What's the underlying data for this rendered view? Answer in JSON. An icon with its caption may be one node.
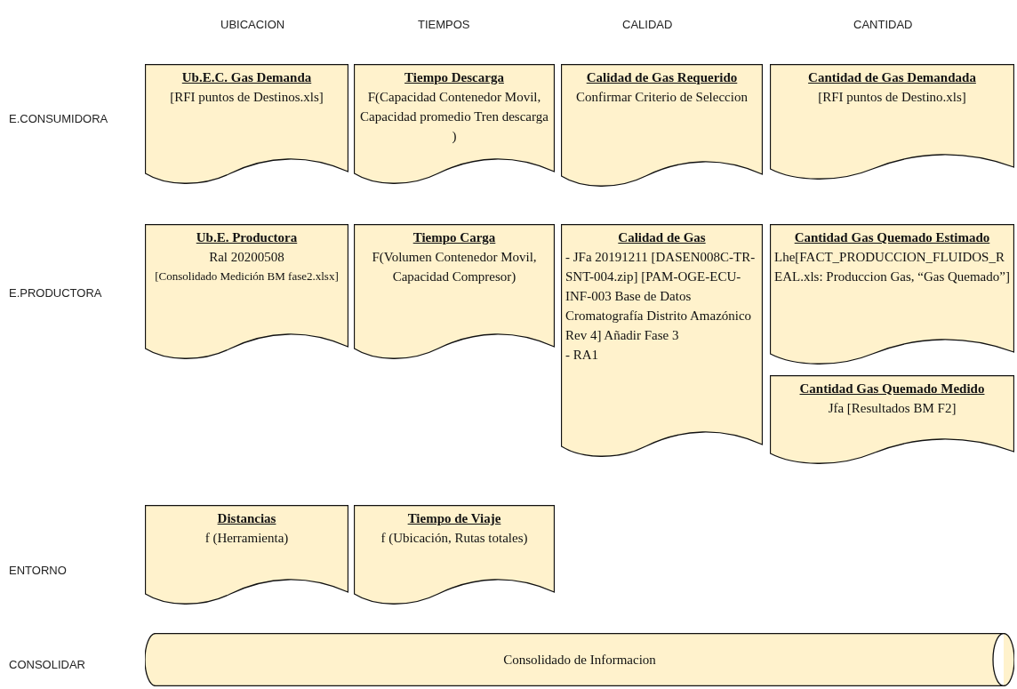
{
  "diagram": {
    "nodes": [
      {
        "text": [
          "Ub.E.C. Gas Demanda",
          "[RFI puntos de Destinos.xls]"
        ]
      },
      {
        "text": [
          "Tiempo Descarga",
          "F(Capacidad Contenedor Movil, Capacidad promedio Tren descarga )"
        ]
      },
      {
        "text": [
          "Calidad de Gas Requerido",
          "Confirmar Criterio de Seleccion"
        ]
      },
      {
        "text": [
          "Cantidad de Gas Demandada",
          "[RFI puntos de Destino.xls]"
        ]
      },
      {
        "text": [
          "Ub.E. Productora",
          "Ral 20200508",
          "[Consolidado Medición BM fase2.xlsx]"
        ]
      },
      {
        "text": [
          "Tiempo Carga",
          "F(Volumen Contenedor Movil, Capacidad Compresor)"
        ]
      },
      {
        "text": [
          "Calidad de Gas",
          "- JFa 20191211 [DASEN008C-TR-SNT-004.zip] [PAM-OGE-ECU-INF-003 Base de Datos Cromatografía Distrito Amazónico Rev 4] Añadir Fase 3",
          "- RA1"
        ]
      },
      {
        "text": [
          "Cantidad Gas Quemado Estimado",
          "Lhe[FACT_PRODUCCION_FLUIDOS_REAL.xls: Produccion Gas, “Gas Quemado”]"
        ]
      },
      {
        "text": [
          "Cantidad Gas Quemado Medido",
          "Jfa [Resultados BM F2]"
        ]
      },
      {
        "text": [
          "Distancias",
          "f (Herramienta)"
        ]
      },
      {
        "text": [
          "Tiempo de Viaje",
          "f (Ubicación, Rutas totales)"
        ]
      },
      {
        "text": [
          "Consolidado de Informacion"
        ]
      }
    ],
    "labels": [
      "UBICACION",
      "TIEMPOS",
      "CALIDAD",
      "CANTIDAD",
      "E.CONSUMIDORA",
      "E.PRODUCTORA",
      "ENTORNO",
      "CONSOLIDAR"
    ]
  }
}
